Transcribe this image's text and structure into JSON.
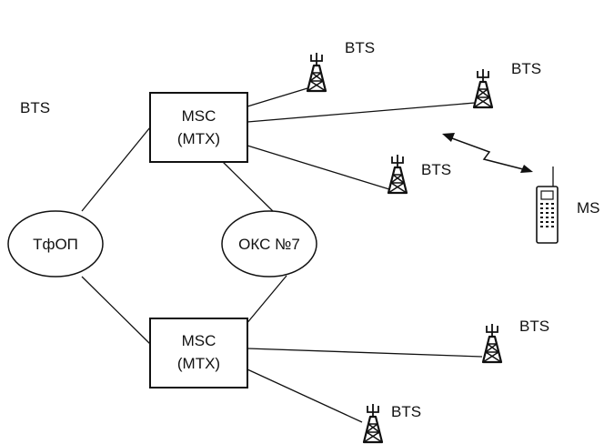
{
  "nodes": {
    "msc_top": {
      "line1": "MSC",
      "line2": "(MTX)"
    },
    "msc_bottom": {
      "line1": "MSC",
      "line2": "(MTX)"
    },
    "pstn": {
      "label": "ТфОП"
    },
    "ss7": {
      "label": "ОКС №7"
    },
    "mobile_station": {
      "label": "MS"
    },
    "bts_labels": [
      "BTS",
      "BTS",
      "BTS",
      "BTS",
      "BTS",
      "BTS"
    ]
  },
  "colors": {
    "ink": "#111111",
    "background": "#ffffff"
  },
  "icons": {
    "tower": "radio-tower-icon",
    "phone": "mobile-phone-icon",
    "radio_link": "radio-link-icon"
  }
}
